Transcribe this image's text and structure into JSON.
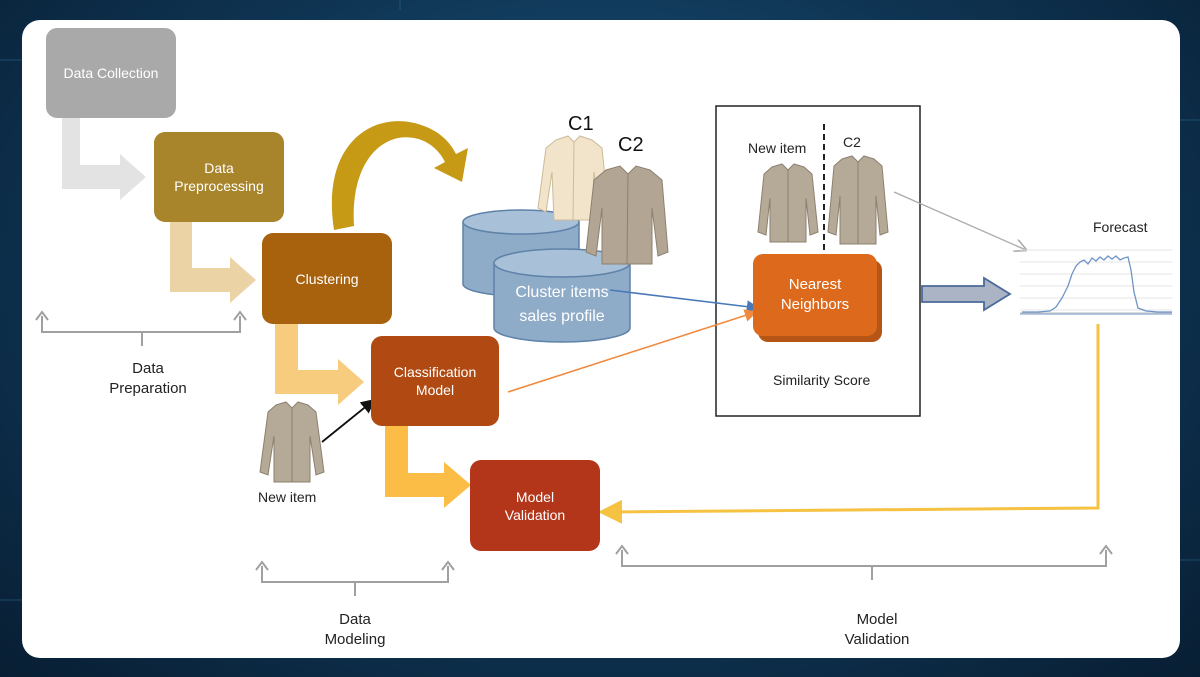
{
  "diagram": {
    "boxes": {
      "data_collection": "Data Collection",
      "data_preprocessing_1": "Data",
      "data_preprocessing_2": "Preprocessing",
      "clustering": "Clustering",
      "classification_1": "Classification",
      "classification_2": "Model",
      "model_validation_1": "Model",
      "model_validation_2": "Validation",
      "nearest_1": "Nearest",
      "nearest_2": "Neighbors"
    },
    "labels": {
      "c1": "C1",
      "c2_large": "C2",
      "c2_small": "C2",
      "new_item_left": "New item",
      "new_item_right": "New item",
      "cluster_items_1": "Cluster items",
      "cluster_items_2": "sales profile",
      "similarity_score": "Similarity Score",
      "forecast": "Forecast"
    },
    "sections": {
      "data_preparation_1": "Data",
      "data_preparation_2": "Preparation",
      "data_modeling_1": "Data",
      "data_modeling_2": "Modeling",
      "model_validation_1": "Model",
      "model_validation_2": "Validation"
    },
    "colors": {
      "data_collection": "#a9a9a9",
      "data_preprocessing": "#a8842a",
      "clustering": "#a8620e",
      "classification": "#b04a12",
      "model_validation": "#b3361a",
      "nearest_neighbors": "#dd6a1c",
      "cylinder": "#8eabc8",
      "yellow_arrow": "#f5c242",
      "orange_arrow": "#f08a40",
      "blue_arrow": "#4a78b8"
    }
  }
}
